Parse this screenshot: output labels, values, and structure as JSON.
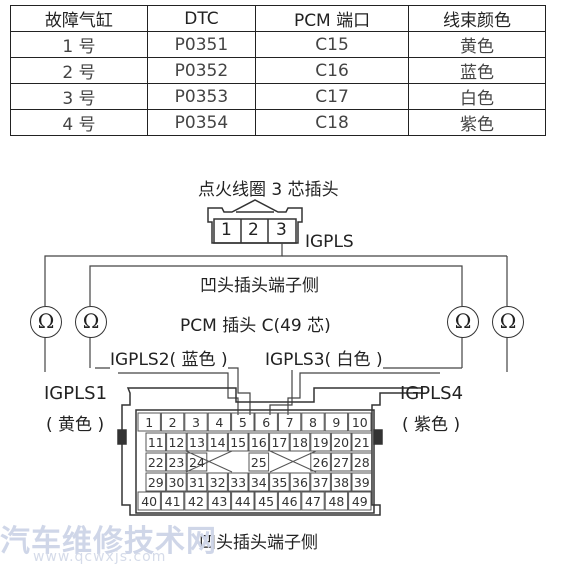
{
  "table": {
    "headers": [
      "故障气缸",
      "DTC",
      "PCM 端口",
      "线束颜色"
    ],
    "rows": [
      [
        "1 号",
        "P0351",
        "C15",
        "黄色"
      ],
      [
        "2 号",
        "P0352",
        "C16",
        "蓝色"
      ],
      [
        "3 号",
        "P0353",
        "C17",
        "白色"
      ],
      [
        "4 号",
        "P0354",
        "C18",
        "紫色"
      ]
    ]
  },
  "diagram": {
    "coil_title": "点火线圈 3 芯插头",
    "coil_pins": [
      "1",
      "2",
      "3"
    ],
    "igpls": "IGPLS",
    "female_side_top": "凹头插头端子侧",
    "pcm_connector": "PCM 插头 C(49 芯)",
    "igpls2": "IGPLS2( 蓝色 )",
    "igpls3": "IGPLS3( 白色 )",
    "igpls1": "IGPLS1",
    "igpls1_color": "( 黄色 )",
    "igpls4": "IGPLS4",
    "igpls4_color": "( 紫色 )",
    "ohm_symbol": "Ω",
    "female_side_bottom": "凹头插头端子侧",
    "pins": [
      "1",
      "2",
      "3",
      "4",
      "5",
      "6",
      "7",
      "8",
      "9",
      "10",
      "11",
      "12",
      "13",
      "14",
      "15",
      "16",
      "17",
      "18",
      "19",
      "20",
      "21",
      "22",
      "23",
      "24",
      "25",
      "26",
      "27",
      "28",
      "29",
      "30",
      "31",
      "32",
      "33",
      "34",
      "35",
      "36",
      "37",
      "38",
      "39",
      "40",
      "41",
      "42",
      "43",
      "44",
      "45",
      "46",
      "47",
      "48",
      "49"
    ]
  },
  "watermark": {
    "text": "汽车维修技术网",
    "url": "www.qcwxjs.com"
  }
}
